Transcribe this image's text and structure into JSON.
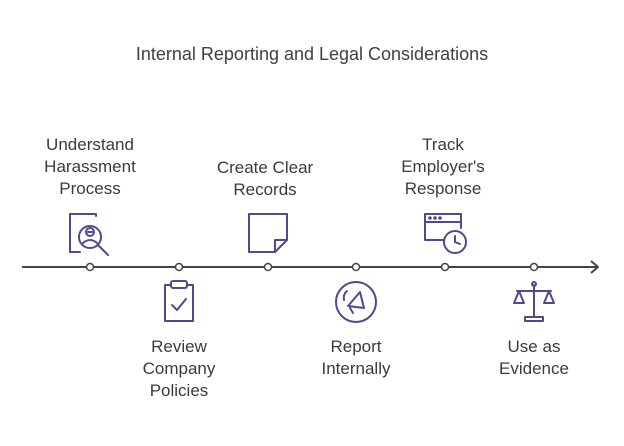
{
  "title": "Internal Reporting and Legal Considerations",
  "colors": {
    "accent": "#4d4a8f",
    "line": "#444444",
    "text": "#3b3b3b"
  },
  "steps": [
    {
      "lines": [
        "Understand",
        "Harassment",
        "Process"
      ],
      "icon": "harassment-search-icon"
    },
    {
      "lines": [
        "Review",
        "Company",
        "Policies"
      ],
      "icon": "clipboard-check-icon"
    },
    {
      "lines": [
        "Create Clear",
        "Records"
      ],
      "icon": "sticky-note-icon"
    },
    {
      "lines": [
        "Report",
        "Internally"
      ],
      "icon": "megaphone-icon"
    },
    {
      "lines": [
        "Track",
        "Employer's",
        "Response"
      ],
      "icon": "browser-clock-icon"
    },
    {
      "lines": [
        "Use as",
        "Evidence"
      ],
      "icon": "scales-icon"
    }
  ]
}
